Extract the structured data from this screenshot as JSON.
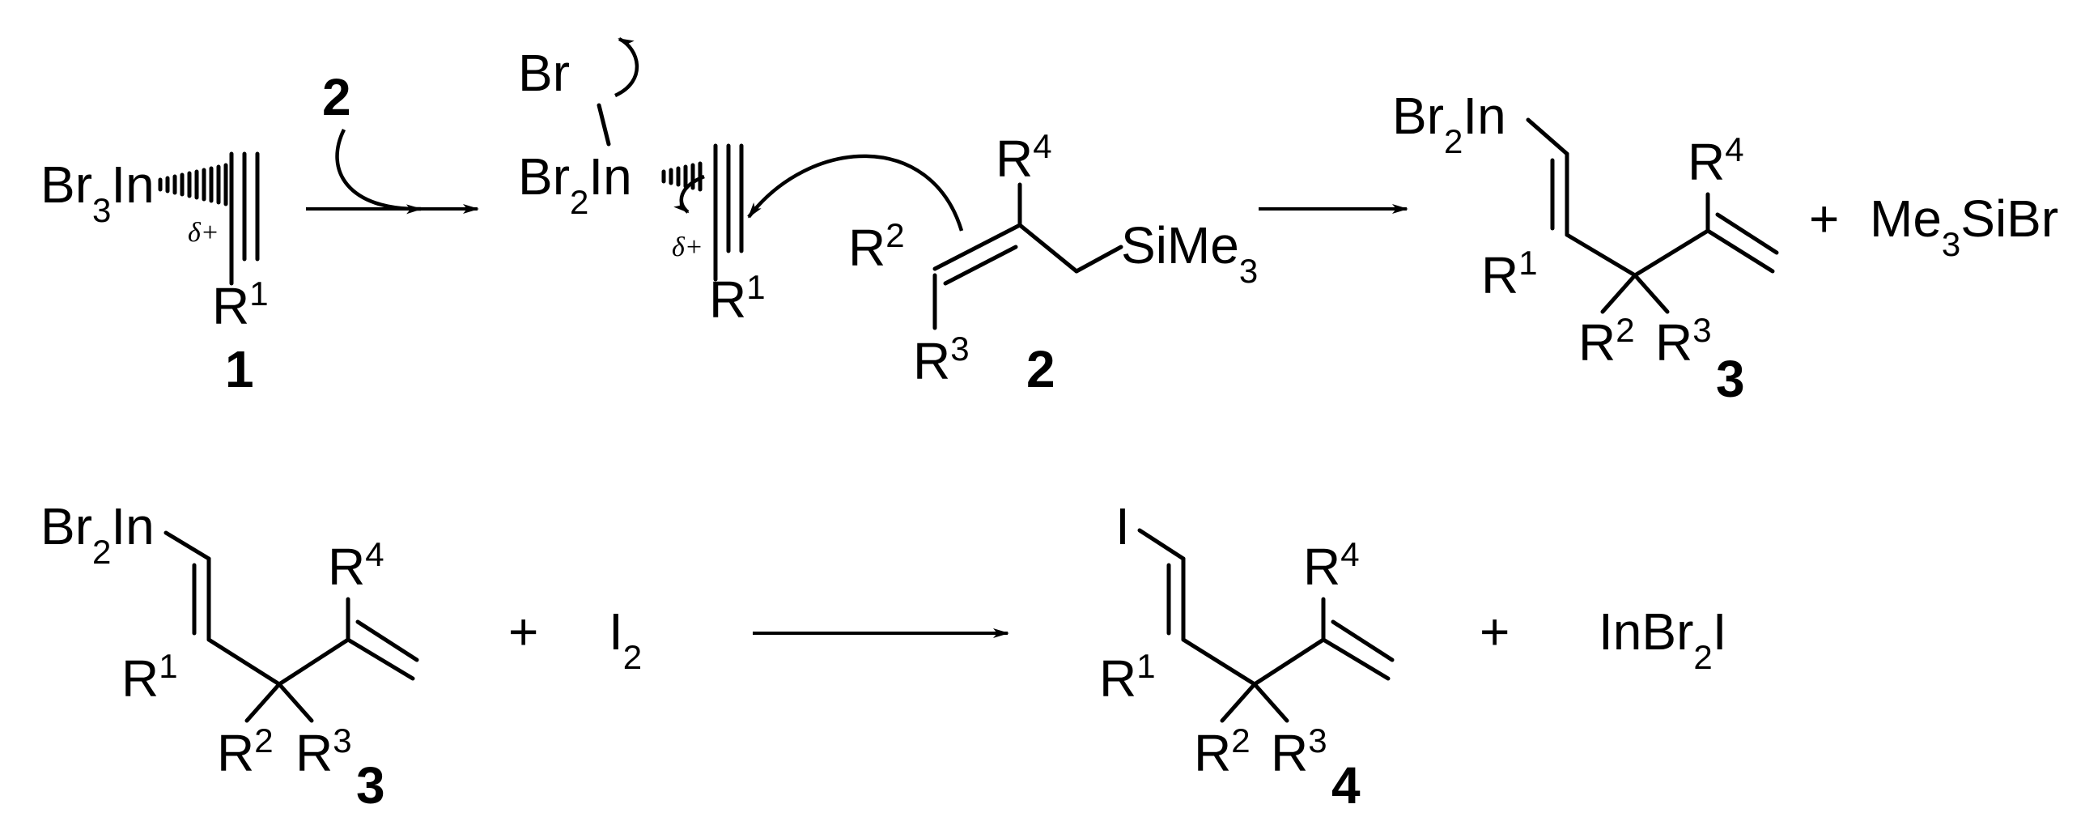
{
  "scheme": {
    "row1": {
      "compound1": {
        "metal_label": "Br3In",
        "charge": "δ+",
        "substituent": "R1",
        "number": "1"
      },
      "arrow1_reagent": "2",
      "intermediate": {
        "leaving_group": "Br",
        "metal_label": "Br2In",
        "charge": "δ+",
        "substituent": "R1"
      },
      "compound2": {
        "r2": "R2",
        "r3": "R3",
        "r4": "R4",
        "silyl": "SiMe3",
        "number": "2"
      },
      "product3": {
        "metal_label": "Br2In",
        "r1": "R1",
        "r2": "R2",
        "r3": "R3",
        "r4": "R4",
        "number": "3"
      },
      "plus": "+",
      "byproduct": "Me3SiBr"
    },
    "row2": {
      "reactant3": {
        "metal_label": "Br2In",
        "r1": "R1",
        "r2": "R2",
        "r3": "R3",
        "r4": "R4",
        "number": "3"
      },
      "plus1": "+",
      "iodine": "I2",
      "product4": {
        "halogen": "I",
        "r1": "R1",
        "r2": "R2",
        "r3": "R3",
        "r4": "R4",
        "number": "4"
      },
      "plus2": "+",
      "byproduct": "InBr2I"
    }
  }
}
